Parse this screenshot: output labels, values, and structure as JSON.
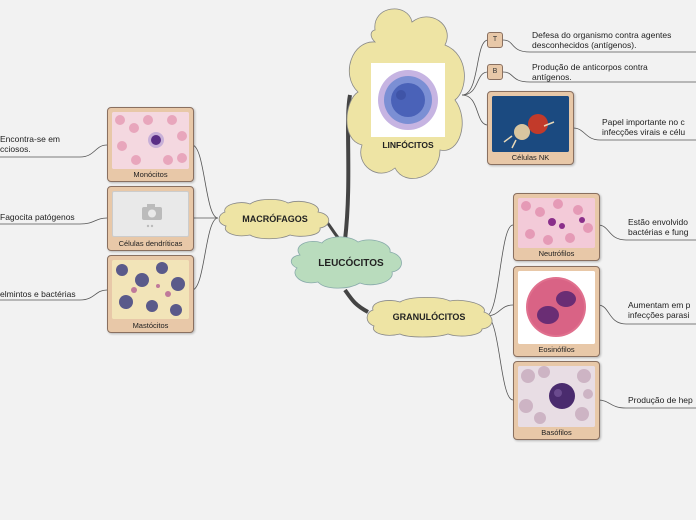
{
  "center": {
    "label": "LEUCÓCITOS"
  },
  "branches": {
    "macrofagos": {
      "label": "MACRÓFAGOS"
    },
    "linfocitos": {
      "label": "LINFÓCITOS"
    },
    "granulocitos": {
      "label": "GRANULÓCITOS"
    }
  },
  "cells": {
    "monocitos": {
      "caption": "Monócitos",
      "note_line1": "Encontra-se em",
      "note_line2": "cciosos."
    },
    "dendriticas": {
      "caption": "Células dendríticas",
      "note_line1": "Fagocita patógenos"
    },
    "mastocitos": {
      "caption": "Mastócitos",
      "note_line1": "elmintos e bactérias"
    },
    "linf_t": {
      "badge": "T",
      "note_line1": "Defesa do organismo contra agentes",
      "note_line2": "desconhecidos (antígenos)."
    },
    "linf_b": {
      "badge": "B",
      "note_line1": "Produção de anticorpos contra",
      "note_line2": "antígenos."
    },
    "nk": {
      "caption": "Células NK",
      "note_line1": "Papel importante no c",
      "note_line2": "infecções virais e célu"
    },
    "neutrofilos": {
      "caption": "Neutrófilos",
      "note_line1": "Estão envolvido",
      "note_line2": "bactérias e fung"
    },
    "eosinofilos": {
      "caption": "Eosinófilos",
      "note_line1": "Aumentam em p",
      "note_line2": "infecções parasi"
    },
    "basofilos": {
      "caption": "Basófilos",
      "note_line1": "Produção de hep"
    }
  },
  "colors": {
    "node_fill": "#eee4a4",
    "center_fill": "#b9dcbd",
    "card_fill": "#e8c8a8",
    "line": "#555555"
  }
}
